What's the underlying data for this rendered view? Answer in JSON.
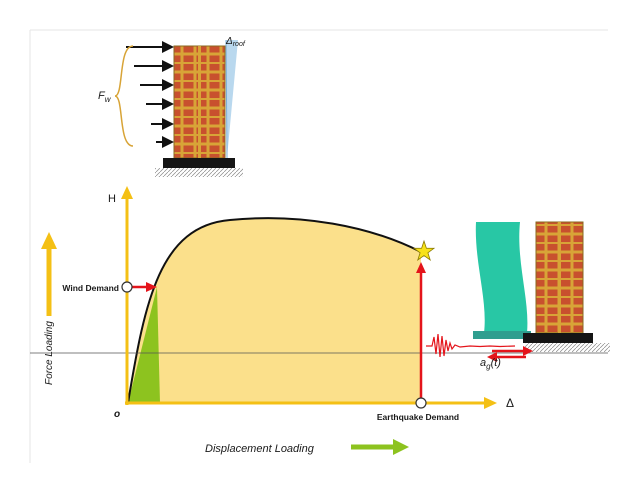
{
  "labels": {
    "force_wind": "F",
    "force_wind_sub": "w",
    "delta_roof": "Δ",
    "delta_roof_sub": "roof",
    "axis_h": "H",
    "axis_delta": "Δ",
    "origin": "o",
    "wind_demand": "Wind Demand",
    "earthquake_demand": "Earthquake Demand",
    "force_loading": "Force Loading",
    "displacement_loading": "Displacement Loading",
    "ground_accel": "a",
    "ground_accel_sub": "g",
    "ground_accel_arg": "(t)"
  },
  "colors": {
    "capacity_fill": "#fbe08b",
    "elastic_fill": "#8dc31f",
    "axis_arrow": "#f4c015",
    "demand_red": "#e4141b",
    "displacement_arrow": "#8dc31f",
    "brick": "#c8502e",
    "mortar": "#d8a437",
    "ground_wave": "#28c7a5",
    "wind_arrow": "#111111",
    "drift_wedge": "#b9d8ee",
    "star": "#f7e21a"
  },
  "icons": {
    "wind_building": "masonry-building-icon",
    "quake_building": "masonry-building-icon",
    "demand_star": "star-icon",
    "ground_wave": "seismic-wave-icon"
  }
}
